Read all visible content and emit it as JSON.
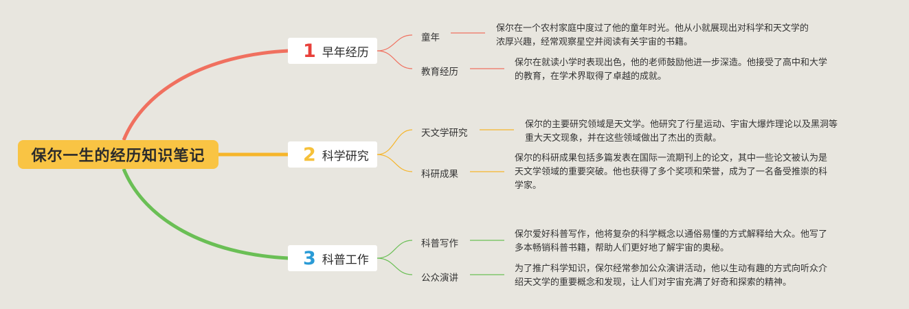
{
  "root": {
    "title": "保尔一生的经历知识笔记"
  },
  "colors": {
    "branch1": "#f0705f",
    "branch2": "#f6b52a",
    "branch3": "#6abf55",
    "root_bg": "#f9c444",
    "background": "#e8e6df"
  },
  "branches": [
    {
      "number": "1",
      "label": "早年经历",
      "topics": [
        {
          "label": "童年",
          "desc": [
            "保尔在一个农村家庭中度过了他的童年时光。他从小就展现出对科学和天文学的",
            "浓厚兴趣，经常观察星空并阅读有关宇宙的书籍。"
          ]
        },
        {
          "label": "教育经历",
          "desc": [
            "保尔在就读小学时表现出色，他的老师鼓励他进一步深造。他接受了高中和大学",
            "的教育，在学术界取得了卓越的成就。"
          ]
        }
      ]
    },
    {
      "number": "2",
      "label": "科学研究",
      "topics": [
        {
          "label": "天文学研究",
          "desc": [
            "保尔的主要研究领域是天文学。他研究了行星运动、宇宙大爆炸理论以及黑洞等",
            "重大天文现象，并在这些领域做出了杰出的贡献。"
          ]
        },
        {
          "label": "科研成果",
          "desc": [
            "保尔的科研成果包括多篇发表在国际一流期刊上的论文，其中一些论文被认为是",
            "天文学领域的重要突破。他也获得了多个奖项和荣誉，成为了一名备受推崇的科",
            "学家。"
          ]
        }
      ]
    },
    {
      "number": "3",
      "label": "科普工作",
      "topics": [
        {
          "label": "科普写作",
          "desc": [
            "保尔爱好科普写作，他将复杂的科学概念以通俗易懂的方式解释给大众。他写了",
            "多本畅销科普书籍，帮助人们更好地了解宇宙的奥秘。"
          ]
        },
        {
          "label": "公众演讲",
          "desc": [
            "为了推广科学知识，保尔经常参加公众演讲活动，他以生动有趣的方式向听众介",
            "绍天文学的重要概念和发现，让人们对宇宙充满了好奇和探索的精神。"
          ]
        }
      ]
    }
  ]
}
